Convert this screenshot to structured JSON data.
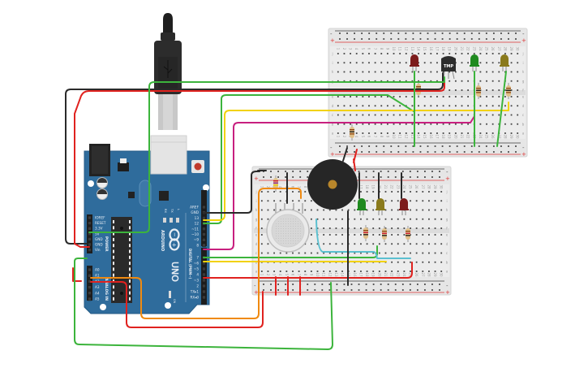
{
  "canvas": {
    "background": "#ffffff"
  },
  "arduino": {
    "name": "Arduino Uno",
    "brand_label": "ARDUINO",
    "model_label": "UNO",
    "power_header_label": "POWER",
    "analog_header_label": "ANALOG IN",
    "digital_header_label": "DIGITAL (PWM~)",
    "on_label": "ON",
    "led_labels": [
      "RX",
      "TX",
      "L"
    ],
    "power_pins": [
      "IOREF",
      "RESET",
      "3.3V",
      "5V",
      "GND",
      "GND",
      "Vin"
    ],
    "analog_pins": [
      "A0",
      "A1",
      "A2",
      "A3",
      "A4",
      "A5"
    ],
    "digital_pins_top": [
      "AREF",
      "GND",
      "13",
      "12",
      "~11",
      "~10",
      "~9",
      "8"
    ],
    "digital_pins_bottom": [
      "7",
      "~6",
      "~5",
      "4",
      "~3",
      "2",
      "TX▸1",
      "RX◂0"
    ],
    "board_color": "#2f6c9c"
  },
  "usb_cable": {
    "name": "USB cable",
    "icon": "usb-icon"
  },
  "breadboard_top": {
    "name": "Breadboard (small) top",
    "column_numbers": [
      "1",
      "2",
      "3",
      "4",
      "5",
      "6",
      "7",
      "8",
      "9",
      "10",
      "11",
      "12",
      "13",
      "14",
      "15",
      "16",
      "17",
      "18",
      "19",
      "20",
      "21",
      "22",
      "23",
      "24",
      "25",
      "26",
      "27",
      "28",
      "29",
      "30"
    ],
    "row_letters_top": [
      "j",
      "i",
      "h",
      "g",
      "f"
    ],
    "row_letters_bottom": [
      "e",
      "d",
      "c",
      "b",
      "a"
    ],
    "rail_plus": "+",
    "rail_minus": "-",
    "components": [
      {
        "type": "led",
        "color_name": "red",
        "color": "#7c1c1c"
      },
      {
        "type": "temperature-sensor",
        "label": "TMP"
      },
      {
        "type": "led",
        "color_name": "green",
        "color": "#1f8a1f"
      },
      {
        "type": "led",
        "color_name": "yellow",
        "color": "#8a7a1c"
      },
      {
        "type": "resistor",
        "count": 4
      }
    ]
  },
  "breadboard_bottom": {
    "name": "Breadboard (small) bottom",
    "column_numbers": [
      "1",
      "2",
      "3",
      "4",
      "5",
      "6",
      "7",
      "8",
      "9",
      "10",
      "11",
      "12",
      "13",
      "14",
      "15",
      "16",
      "17",
      "18",
      "19",
      "20",
      "21",
      "22",
      "23",
      "24",
      "25",
      "26",
      "27",
      "28",
      "29",
      "30"
    ],
    "row_letters_top": [
      "j",
      "i",
      "h",
      "g",
      "f"
    ],
    "row_letters_bottom": [
      "e",
      "d",
      "c",
      "b",
      "a"
    ],
    "rail_plus": "+",
    "rail_minus": "-",
    "components": [
      {
        "type": "gas-sensor"
      },
      {
        "type": "piezo-buzzer"
      },
      {
        "type": "led",
        "color_name": "green",
        "color": "#1f8a1f"
      },
      {
        "type": "led",
        "color_name": "yellow",
        "color": "#8a7a1c"
      },
      {
        "type": "led",
        "color_name": "red",
        "color": "#7c1c1c"
      },
      {
        "type": "resistor",
        "count": 4
      }
    ]
  },
  "wire_colors": {
    "black": "#2a2a2a",
    "red": "#e0221f",
    "green": "#3cb43c",
    "yellow": "#f2d20a",
    "magenta": "#c8207f",
    "orange": "#f08a10",
    "cyan": "#5bc0d0"
  },
  "wires": [
    {
      "id": "gnd-black-top",
      "color": "black",
      "from": "5V-side GND",
      "to": "top breadboard"
    },
    {
      "id": "5v-red-top",
      "color": "red",
      "from": "5V",
      "to": "top breadboard"
    },
    {
      "id": "3v3-green",
      "color": "green",
      "from": "3.3V",
      "to": "top breadboard TMP"
    },
    {
      "id": "pin12-green",
      "color": "green",
      "from": "12",
      "to": "top breadboard"
    },
    {
      "id": "pin13-yellow",
      "color": "yellow",
      "from": "13",
      "to": "top breadboard"
    },
    {
      "id": "pin8-magenta",
      "color": "magenta",
      "from": "8",
      "to": "top breadboard"
    },
    {
      "id": "gnd-black-aref",
      "color": "black",
      "from": "GND",
      "to": "bottom breadboard"
    },
    {
      "id": "pin7-green",
      "color": "green",
      "from": "7",
      "to": "bottom breadboard"
    },
    {
      "id": "pin6-yellow",
      "color": "yellow",
      "from": "~6",
      "to": "bottom breadboard"
    },
    {
      "id": "pin4-red",
      "color": "red",
      "from": "4",
      "to": "bottom breadboard"
    },
    {
      "id": "a1-orange",
      "color": "orange",
      "from": "A1",
      "to": "gas sensor"
    },
    {
      "id": "a2-red",
      "color": "red",
      "from": "A2",
      "to": "bottom breadboard rail"
    },
    {
      "id": "gnd-green-loop",
      "color": "green",
      "from": "GND",
      "to": "bottom breadboard rail"
    },
    {
      "id": "buzzer-cyan",
      "color": "cyan",
      "from": "gas sensor",
      "to": "leds"
    }
  ]
}
